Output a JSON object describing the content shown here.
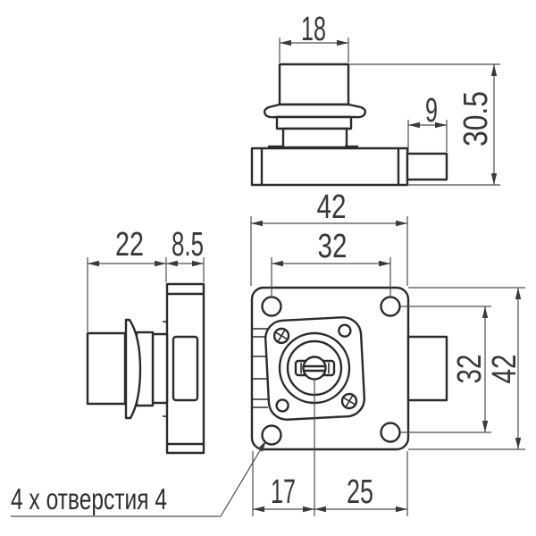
{
  "drawing": {
    "type": "technical-drawing",
    "subject": "cam-lock-three-views",
    "note": "4 x отверстия 4",
    "dims": {
      "top": {
        "cylinder_width": "18",
        "latch_width": "9",
        "total_height": "30.5"
      },
      "side": {
        "cylinder_depth": "22",
        "plate_depth": "8.5"
      },
      "front": {
        "plate_width": "42",
        "hole_spacing_h": "32",
        "hole_spacing_v": "32",
        "plate_height": "42",
        "center_from_left": "17",
        "center_to_right": "25"
      }
    },
    "colors": {
      "background": "#ffffff",
      "object_line": "#2b2b2b",
      "dimension_line": "#4d4d4d",
      "text": "#383838"
    }
  }
}
